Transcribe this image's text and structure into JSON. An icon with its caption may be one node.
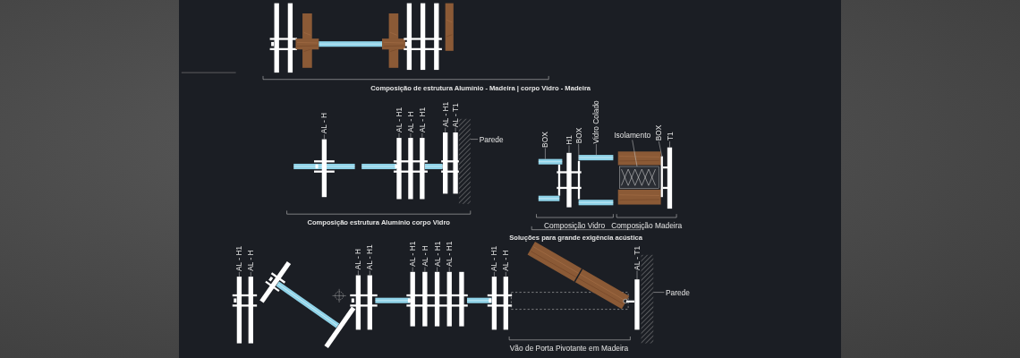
{
  "diagram": {
    "nodes": [
      {
        "text": [
          "BOX"
        ]
      },
      {
        "text": [
          "H1"
        ]
      },
      {
        "text": [
          "BOX"
        ]
      },
      {
        "text": [
          "Vidro Colado"
        ]
      },
      {
        "text": [
          "Isolamento"
        ]
      },
      {
        "text": [
          "BOX"
        ]
      },
      {
        "text": [
          "T1"
        ]
      },
      {
        "text": [
          "AL - H"
        ]
      },
      {
        "text": [
          "AL - H1"
        ]
      },
      {
        "text": [
          "AL - H"
        ]
      },
      {
        "text": [
          "AL - H1"
        ]
      },
      {
        "text": [
          "AL - H1"
        ]
      },
      {
        "text": [
          "AL - T1"
        ]
      },
      {
        "text": [
          "Parede"
        ]
      },
      {
        "text": [
          "AL - H1"
        ]
      },
      {
        "text": [
          "AL - H"
        ]
      },
      {
        "text": [
          "AL - H"
        ]
      },
      {
        "text": [
          "AL - H1"
        ]
      },
      {
        "text": [
          "AL - H1"
        ]
      },
      {
        "text": [
          "AL - H"
        ]
      },
      {
        "text": [
          "AL - H1"
        ]
      },
      {
        "text": [
          "AL - H1"
        ]
      },
      {
        "text": [
          "AL - H1"
        ]
      },
      {
        "text": [
          "AL - H"
        ]
      },
      {
        "text": [
          "AL - T1"
        ]
      },
      {
        "text": [
          "Parede"
        ]
      },
      {
        "text": [],
        "shape": "bar"
      },
      {
        "text": [],
        "shape": "bar"
      },
      {
        "text": [],
        "shape": "bar"
      },
      {
        "text": [],
        "shape": "bar"
      },
      {
        "text": [],
        "shape": "box"
      },
      {
        "text": [],
        "shape": "bar"
      },
      {
        "text": [],
        "shape": "bar"
      },
      {
        "text": [],
        "shape": "bar"
      },
      {
        "text": [],
        "shape": "bar"
      },
      {
        "text": [],
        "shape": "bar"
      },
      {
        "text": [],
        "shape": "bar"
      },
      {
        "text": [],
        "shape": "bar"
      },
      {
        "text": [],
        "shape": "bar"
      },
      {
        "text": [],
        "shape": "box"
      },
      {
        "text": [],
        "shape": "bar"
      },
      {
        "text": [],
        "shape": "bar"
      },
      {
        "text": [],
        "shape": "bar"
      },
      {
        "text": [],
        "shape": "bar"
      },
      {
        "text": [],
        "shape": "bar"
      },
      {
        "text": [],
        "shape": "bar"
      },
      {
        "text": [],
        "shape": "bar"
      },
      {
        "text": [],
        "shape": "bar"
      },
      {
        "text": [],
        "shape": "bar"
      },
      {
        "text": [],
        "shape": "bar"
      },
      {
        "text": [],
        "shape": "bar"
      },
      {
        "text": [],
        "shape": "box"
      }
    ],
    "edges": [
      {
        "from": 0,
        "to": 26,
        "arrow": "none"
      },
      {
        "from": 1,
        "to": 27,
        "arrow": "none"
      },
      {
        "from": 2,
        "to": 28,
        "arrow": "none"
      },
      {
        "from": 3,
        "to": 29,
        "arrow": "none"
      },
      {
        "from": 4,
        "to": 30,
        "arrow": "none"
      },
      {
        "from": 5,
        "to": 31,
        "arrow": "none"
      },
      {
        "from": 6,
        "to": 32,
        "arrow": "none"
      },
      {
        "from": 7,
        "to": 33,
        "arrow": "none"
      },
      {
        "from": 8,
        "to": 34,
        "arrow": "none"
      },
      {
        "from": 9,
        "to": 35,
        "arrow": "none"
      },
      {
        "from": 10,
        "to": 36,
        "arrow": "none"
      },
      {
        "from": 11,
        "to": 37,
        "arrow": "none"
      },
      {
        "from": 12,
        "to": 38,
        "arrow": "none"
      },
      {
        "from": 13,
        "to": 39,
        "arrow": "none"
      },
      {
        "from": 14,
        "to": 40,
        "arrow": "none"
      },
      {
        "from": 15,
        "to": 41,
        "arrow": "none"
      },
      {
        "from": 16,
        "to": 42,
        "arrow": "none"
      },
      {
        "from": 17,
        "to": 43,
        "arrow": "none"
      },
      {
        "from": 18,
        "to": 44,
        "arrow": "none"
      },
      {
        "from": 19,
        "to": 45,
        "arrow": "none"
      },
      {
        "from": 20,
        "to": 46,
        "arrow": "none"
      },
      {
        "from": 21,
        "to": 47,
        "arrow": "none"
      },
      {
        "from": 22,
        "to": 48,
        "arrow": "none"
      },
      {
        "from": 23,
        "to": 49,
        "arrow": "none"
      },
      {
        "from": 24,
        "to": 50,
        "arrow": "none"
      },
      {
        "from": 25,
        "to": 51,
        "arrow": "none"
      }
    ],
    "labels": [
      "Composição de estrutura Alumínio - Madeira | corpo Vidro - Madeira",
      "Composição Vidro",
      "Composição Madeira",
      "Soluções para grande exigência acústica",
      "Composição estrutura Alumínio corpo Vidro",
      "Vão de Porta Pivotante em Madeira"
    ]
  }
}
